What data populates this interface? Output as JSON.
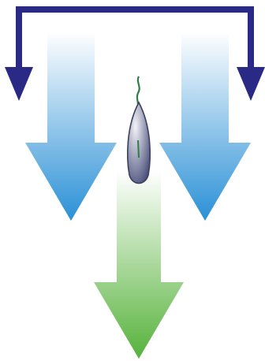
{
  "diagram": {
    "description_visible_text": "",
    "colors": {
      "bracket": "#2a2a86",
      "blue_arrow_top": "#ffffff",
      "blue_arrow_bottom": "#2a90d6",
      "green_arrow_top": "#ffffff",
      "green_arrow_bottom": "#56b23a",
      "seed_body_light": "#f2f2f7",
      "seed_body_dark": "#4a4f7a",
      "seed_stroke": "#3b4060",
      "sprout": "#2f7d4b"
    },
    "elements": {
      "bracket": "outer-bracket-with-two-down-arrows",
      "left_down_arrow": "blue-gradient-arrow",
      "right_down_arrow": "blue-gradient-arrow",
      "center_down_arrow": "green-gradient-arrow",
      "seed": "seed-icon"
    }
  }
}
